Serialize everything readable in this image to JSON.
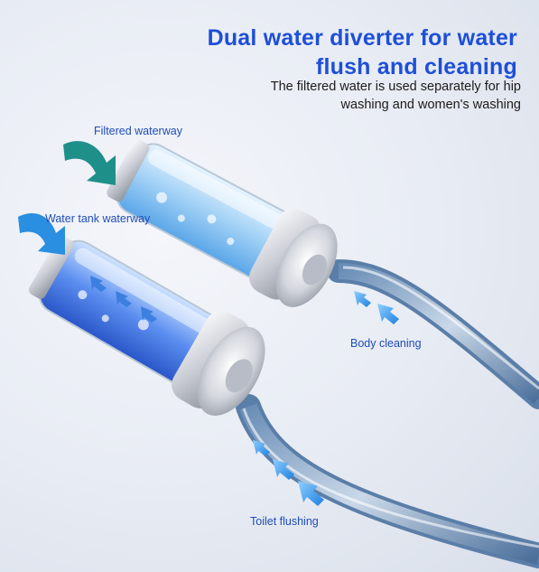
{
  "heading": {
    "title": "Dual water diverter for water flush and cleaning",
    "subtitle": "The filtered water is used separately for hip washing and women's washing"
  },
  "labels": {
    "filtered_waterway": "Filtered waterway",
    "water_tank_waterway": "Water tank waterway",
    "body_cleaning": "Body cleaning",
    "toilet_flushing": "Toilet flushing"
  },
  "colors": {
    "title": "#1e4fd8",
    "label": "#1f4db8",
    "teal_arrow": "#1f8f8a",
    "blue_arrow": "#2a8fe0",
    "filter_blue": "#3b7fe0"
  }
}
